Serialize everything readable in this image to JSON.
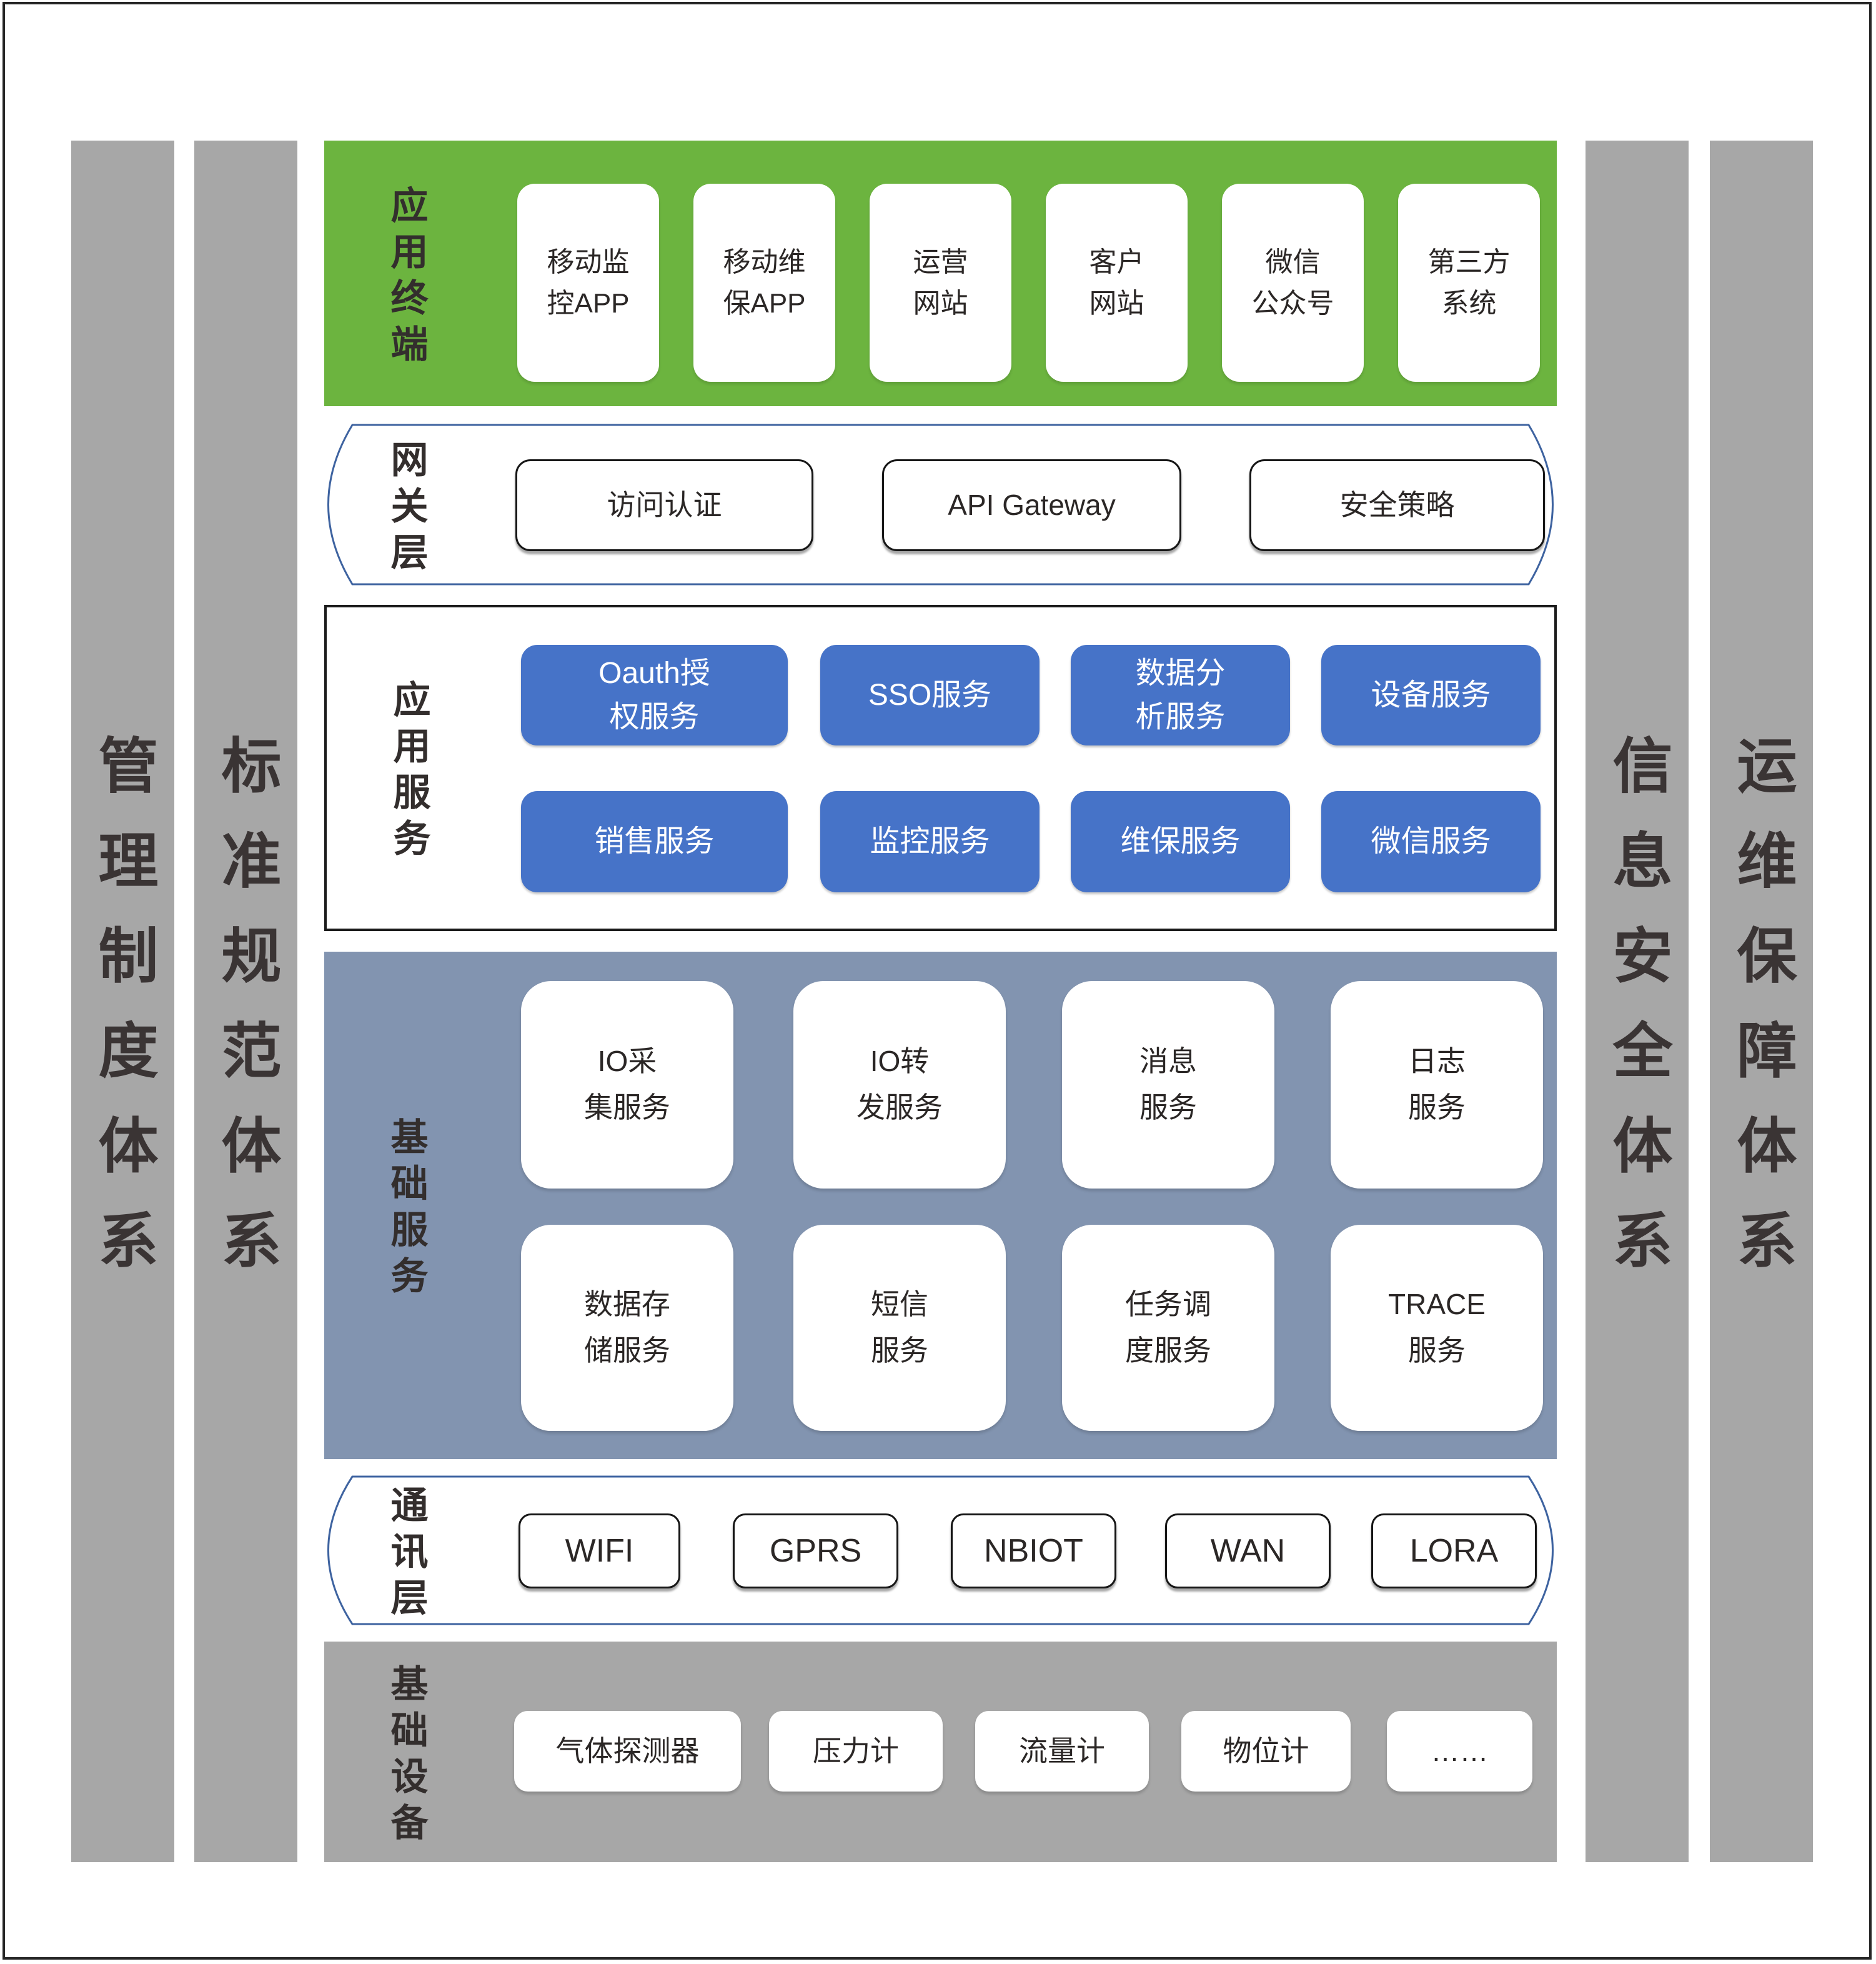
{
  "colors": {
    "terminal_layer_green": "#6cb43f",
    "service_box_blue": "#4673c8",
    "basic_layer_blue_gray": "#8294b0",
    "pillar_gray": "#a7a7a7",
    "hexagon_border_blue": "#3e63a0",
    "box_border_black": "#161616",
    "text_dark": "#332e2d"
  },
  "sidebars": {
    "left": [
      {
        "label": "管理制度体系"
      },
      {
        "label": "标准规范体系"
      }
    ],
    "right": [
      {
        "label": "信息安全体系"
      },
      {
        "label": "运维保障体系"
      }
    ]
  },
  "layers": {
    "app_terminal": {
      "label": "应用终端",
      "items": [
        "移动监\n控APP",
        "移动维\n保APP",
        "运营\n网站",
        "客户\n网站",
        "微信\n公众号",
        "第三方\n系统"
      ]
    },
    "gateway": {
      "label": "网关层",
      "items": [
        "访问认证",
        "API Gateway",
        "安全策略"
      ]
    },
    "app_services": {
      "label": "应用服务",
      "row1": [
        "Oauth授\n权服务",
        "SSO服务",
        "数据分\n析服务",
        "设备服务"
      ],
      "row2": [
        "销售服务",
        "监控服务",
        "维保服务",
        "微信服务"
      ]
    },
    "basic_services": {
      "label": "基础服务",
      "row1": [
        "IO采\n集服务",
        "IO转\n发服务",
        "消息\n服务",
        "日志\n服务"
      ],
      "row2": [
        "数据存\n储服务",
        "短信\n服务",
        "任务调\n度服务",
        "TRACE\n服务"
      ]
    },
    "comm": {
      "label": "通讯层",
      "items": [
        "WIFI",
        "GPRS",
        "NBIOT",
        "WAN",
        "LORA"
      ]
    },
    "devices": {
      "label": "基础设备",
      "items": [
        "气体探测器",
        "压力计",
        "流量计",
        "物位计",
        "……"
      ]
    }
  }
}
